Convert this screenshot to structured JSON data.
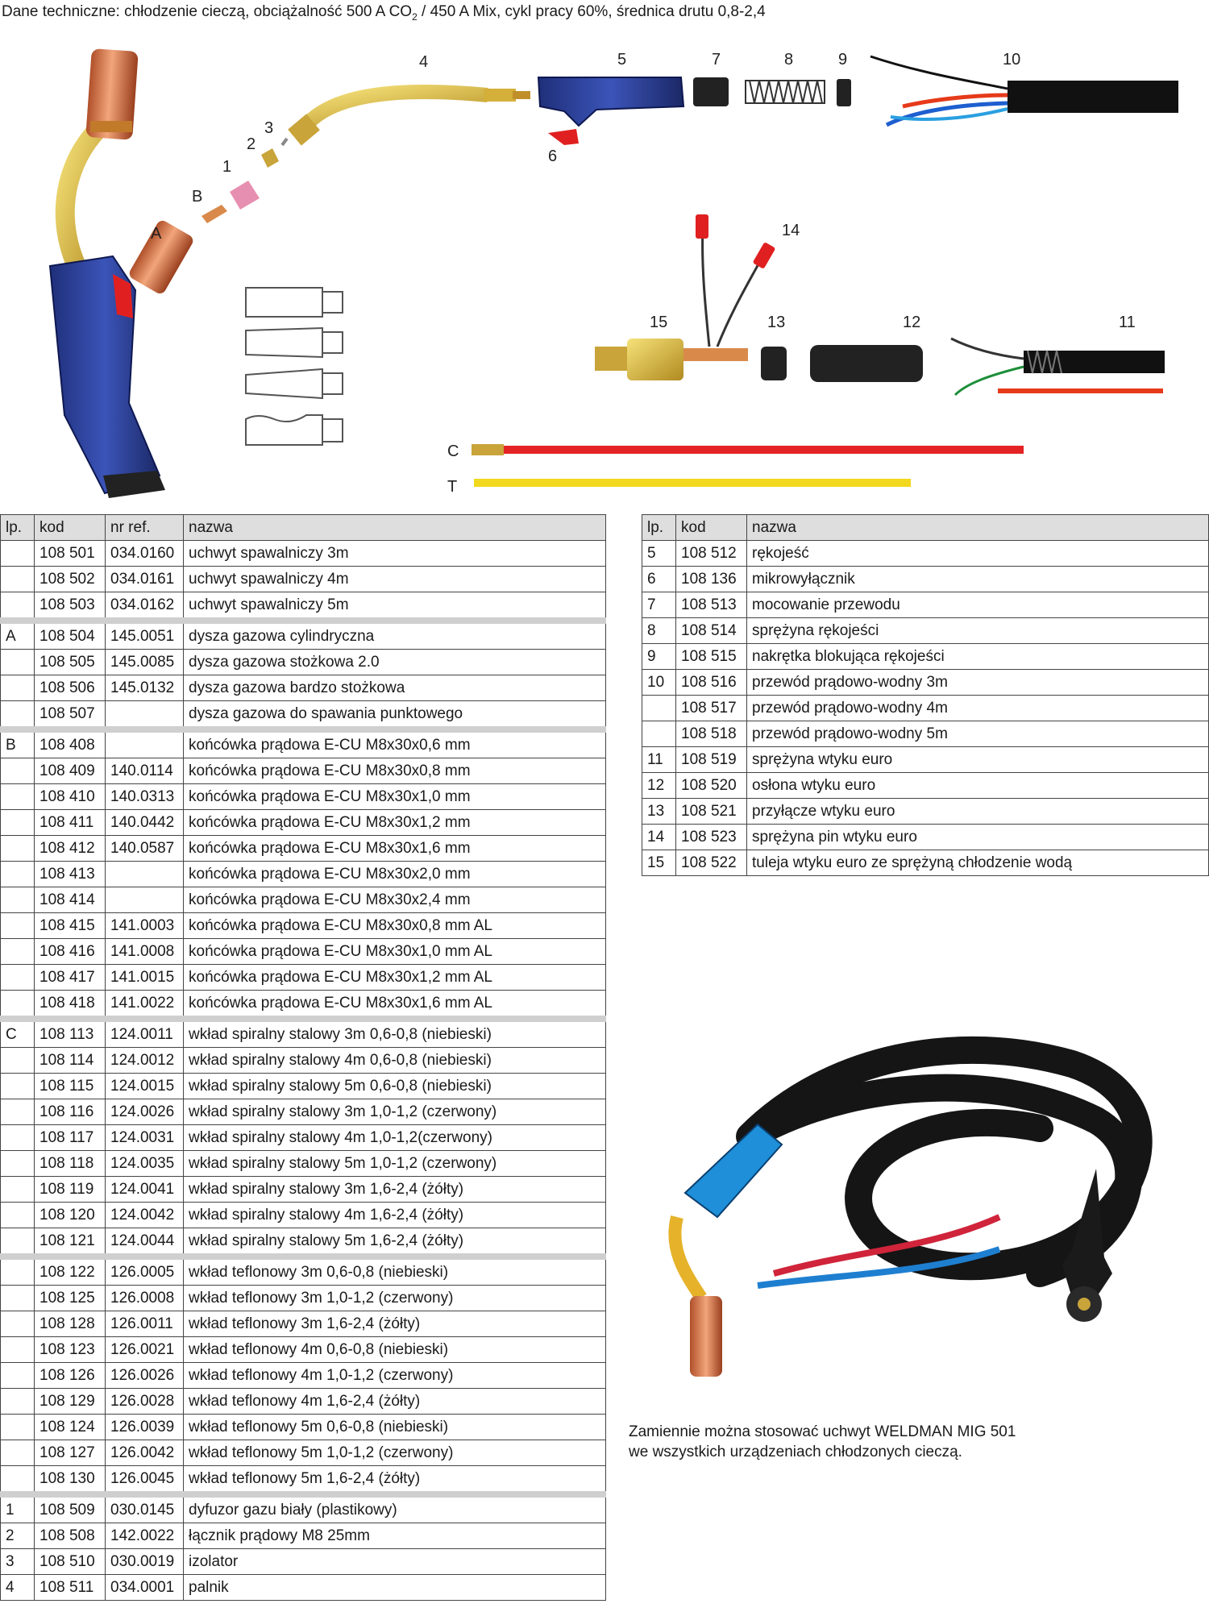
{
  "header": {
    "prefix": "Dane techniczne: chłodzenie cieczą, obciążalność 500 A CO",
    "sub": "2",
    "suffix": " / 450 A Mix, cykl pracy 60%, średnica drutu 0,8-2,4"
  },
  "diagram": {
    "labels": {
      "n1": "1",
      "n2": "2",
      "n3": "3",
      "n4": "4",
      "n5": "5",
      "n6": "6",
      "n7": "7",
      "n8": "8",
      "n9": "9",
      "n10": "10",
      "n11": "11",
      "n12": "12",
      "n13": "13",
      "n14": "14",
      "n15": "15",
      "A": "A",
      "B": "B",
      "C": "C",
      "T": "T"
    }
  },
  "table_left": {
    "headers": [
      "lp.",
      "kod",
      "nr ref.",
      "nazwa"
    ],
    "rows": [
      {
        "lp": "",
        "kod": "108 501",
        "ref": "034.0160",
        "nazwa": "uchwyt spawalniczy  3m",
        "group_start": false
      },
      {
        "lp": "",
        "kod": "108 502",
        "ref": "034.0161",
        "nazwa": "uchwyt spawalniczy  4m",
        "group_start": false
      },
      {
        "lp": "",
        "kod": "108 503",
        "ref": "034.0162",
        "nazwa": "uchwyt spawalniczy  5m",
        "group_start": false
      },
      {
        "lp": "A",
        "kod": "108 504",
        "ref": "145.0051",
        "nazwa": "dysza gazowa cylindryczna",
        "group_start": true
      },
      {
        "lp": "",
        "kod": "108 505",
        "ref": "145.0085",
        "nazwa": "dysza gazowa stożkowa  2.0",
        "group_start": false
      },
      {
        "lp": "",
        "kod": "108 506",
        "ref": "145.0132",
        "nazwa": "dysza gazowa bardzo stożkowa",
        "group_start": false
      },
      {
        "lp": "",
        "kod": "108 507",
        "ref": "",
        "nazwa": "dysza gazowa do spawania punktowego",
        "group_start": false
      },
      {
        "lp": "B",
        "kod": "108 408",
        "ref": "",
        "nazwa": "końcówka prądowa E-CU M8x30x0,6 mm",
        "group_start": true
      },
      {
        "lp": "",
        "kod": "108 409",
        "ref": "140.0114",
        "nazwa": "końcówka prądowa E-CU M8x30x0,8 mm",
        "group_start": false
      },
      {
        "lp": "",
        "kod": "108 410",
        "ref": "140.0313",
        "nazwa": "końcówka prądowa E-CU M8x30x1,0 mm",
        "group_start": false
      },
      {
        "lp": "",
        "kod": "108 411",
        "ref": "140.0442",
        "nazwa": "końcówka prądowa E-CU M8x30x1,2 mm",
        "group_start": false
      },
      {
        "lp": "",
        "kod": "108 412",
        "ref": "140.0587",
        "nazwa": "końcówka prądowa E-CU M8x30x1,6 mm",
        "group_start": false
      },
      {
        "lp": "",
        "kod": "108 413",
        "ref": "",
        "nazwa": "końcówka prądowa E-CU M8x30x2,0 mm",
        "group_start": false
      },
      {
        "lp": "",
        "kod": "108 414",
        "ref": "",
        "nazwa": "końcówka prądowa E-CU M8x30x2,4 mm",
        "group_start": false
      },
      {
        "lp": "",
        "kod": "108 415",
        "ref": "141.0003",
        "nazwa": "końcówka prądowa E-CU M8x30x0,8 mm AL",
        "group_start": false
      },
      {
        "lp": "",
        "kod": "108 416",
        "ref": "141.0008",
        "nazwa": "końcówka prądowa E-CU M8x30x1,0 mm AL",
        "group_start": false
      },
      {
        "lp": "",
        "kod": "108 417",
        "ref": "141.0015",
        "nazwa": "końcówka prądowa E-CU M8x30x1,2 mm AL",
        "group_start": false
      },
      {
        "lp": "",
        "kod": "108 418",
        "ref": "141.0022",
        "nazwa": "końcówka prądowa E-CU M8x30x1,6 mm AL",
        "group_start": false
      },
      {
        "lp": "C",
        "kod": "108 113",
        "ref": "124.0011",
        "nazwa": "wkład spiralny stalowy 3m 0,6-0,8 (niebieski)",
        "group_start": true
      },
      {
        "lp": "",
        "kod": "108 114",
        "ref": "124.0012",
        "nazwa": "wkład spiralny stalowy 4m 0,6-0,8 (niebieski)",
        "group_start": false
      },
      {
        "lp": "",
        "kod": "108 115",
        "ref": "124.0015",
        "nazwa": "wkład spiralny stalowy 5m 0,6-0,8 (niebieski)",
        "group_start": false
      },
      {
        "lp": "",
        "kod": "108 116",
        "ref": "124.0026",
        "nazwa": "wkład spiralny stalowy 3m 1,0-1,2 (czerwony)",
        "group_start": false
      },
      {
        "lp": "",
        "kod": "108 117",
        "ref": "124.0031",
        "nazwa": "wkład spiralny stalowy 4m 1,0-1,2(czerwony)",
        "group_start": false
      },
      {
        "lp": "",
        "kod": "108 118",
        "ref": "124.0035",
        "nazwa": "wkład spiralny stalowy 5m 1,0-1,2 (czerwony)",
        "group_start": false
      },
      {
        "lp": "",
        "kod": "108 119",
        "ref": "124.0041",
        "nazwa": "wkład spiralny stalowy 3m 1,6-2,4 (żółty)",
        "group_start": false
      },
      {
        "lp": "",
        "kod": "108 120",
        "ref": "124.0042",
        "nazwa": "wkład spiralny stalowy 4m 1,6-2,4 (żółty)",
        "group_start": false
      },
      {
        "lp": "",
        "kod": "108 121",
        "ref": "124.0044",
        "nazwa": "wkład spiralny stalowy 5m 1,6-2,4 (żółty)",
        "group_start": false
      },
      {
        "lp": "",
        "kod": "108 122",
        "ref": "126.0005",
        "nazwa": "wkład teflonowy 3m 0,6-0,8 (niebieski)",
        "group_start": true
      },
      {
        "lp": "",
        "kod": "108 125",
        "ref": "126.0008",
        "nazwa": "wkład teflonowy 3m 1,0-1,2 (czerwony)",
        "group_start": false
      },
      {
        "lp": "",
        "kod": "108 128",
        "ref": "126.0011",
        "nazwa": "wkład teflonowy 3m 1,6-2,4 (żółty)",
        "group_start": false
      },
      {
        "lp": "",
        "kod": "108 123",
        "ref": "126.0021",
        "nazwa": "wkład teflonowy 4m 0,6-0,8 (niebieski)",
        "group_start": false
      },
      {
        "lp": "",
        "kod": "108 126",
        "ref": "126.0026",
        "nazwa": "wkład teflonowy 4m 1,0-1,2 (czerwony)",
        "group_start": false
      },
      {
        "lp": "",
        "kod": "108 129",
        "ref": "126.0028",
        "nazwa": "wkład teflonowy 4m 1,6-2,4 (żółty)",
        "group_start": false
      },
      {
        "lp": "",
        "kod": "108 124",
        "ref": "126.0039",
        "nazwa": "wkład teflonowy 5m 0,6-0,8 (niebieski)",
        "group_start": false
      },
      {
        "lp": "",
        "kod": "108 127",
        "ref": "126.0042",
        "nazwa": "wkład teflonowy 5m 1,0-1,2 (czerwony)",
        "group_start": false
      },
      {
        "lp": "",
        "kod": "108 130",
        "ref": "126.0045",
        "nazwa": "wkład teflonowy 5m 1,6-2,4 (żółty)",
        "group_start": false
      },
      {
        "lp": "1",
        "kod": "108 509",
        "ref": "030.0145",
        "nazwa": "dyfuzor gazu  biały (plastikowy)",
        "group_start": true
      },
      {
        "lp": "2",
        "kod": "108 508",
        "ref": "142.0022",
        "nazwa": "łącznik prądowy M8 25mm",
        "group_start": false
      },
      {
        "lp": "3",
        "kod": "108 510",
        "ref": "030.0019",
        "nazwa": "izolator",
        "group_start": false
      },
      {
        "lp": "4",
        "kod": "108 511",
        "ref": "034.0001",
        "nazwa": "palnik",
        "group_start": false
      }
    ]
  },
  "table_right": {
    "headers": [
      "lp.",
      "kod",
      "nazwa"
    ],
    "rows": [
      {
        "lp": "5",
        "kod": "108 512",
        "nazwa": "rękojeść"
      },
      {
        "lp": "6",
        "kod": "108 136",
        "nazwa": "mikrowyłącznik"
      },
      {
        "lp": "7",
        "kod": "108 513",
        "nazwa": "mocowanie przewodu"
      },
      {
        "lp": "8",
        "kod": "108 514",
        "nazwa": "sprężyna rękojeści"
      },
      {
        "lp": "9",
        "kod": "108 515",
        "nazwa": "nakrętka blokująca rękojeści"
      },
      {
        "lp": "10",
        "kod": "108 516",
        "nazwa": "przewód prądowo-wodny 3m"
      },
      {
        "lp": "",
        "kod": "108 517",
        "nazwa": "przewód prądowo-wodny 4m"
      },
      {
        "lp": "",
        "kod": "108 518",
        "nazwa": "przewód prądowo-wodny 5m"
      },
      {
        "lp": "11",
        "kod": "108 519",
        "nazwa": "sprężyna wtyku euro"
      },
      {
        "lp": "12",
        "kod": "108 520",
        "nazwa": "osłona wtyku euro"
      },
      {
        "lp": "13",
        "kod": "108 521",
        "nazwa": "przyłącze wtyku euro"
      },
      {
        "lp": "14",
        "kod": "108 523",
        "nazwa": "sprężyna pin wtyku euro"
      },
      {
        "lp": "15",
        "kod": "108 522",
        "nazwa": "tuleja wtyku euro ze sprężyną chłodzenie wodą"
      }
    ]
  },
  "note": {
    "line1": "Zamiennie można stosować uchwyt WELDMAN MIG 501",
    "line2": "we wszystkich urządzeniach chłodzonych cieczą."
  }
}
